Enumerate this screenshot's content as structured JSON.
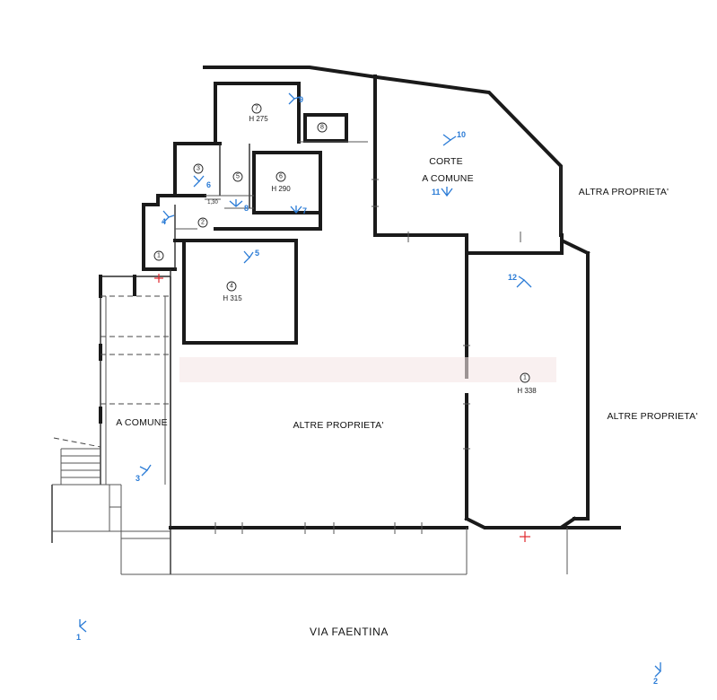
{
  "areas": {
    "corte_line1": "CORTE",
    "corte_line2": "A COMUNE",
    "altra_proprieta_top": "ALTRA PROPRIETA'",
    "altre_proprieta_center": "ALTRE PROPRIETA'",
    "altre_proprieta_right": "ALTRE PROPRIETA'",
    "a_comune_left": "A COMUNE",
    "street": "VIA   FAENTINA",
    "small_dim": "1,30"
  },
  "rooms": [
    {
      "num": "7",
      "height": "H 275"
    },
    {
      "num": "8",
      "height": ""
    },
    {
      "num": "3",
      "height": ""
    },
    {
      "num": "5",
      "height": ""
    },
    {
      "num": "6",
      "height": "H 290"
    },
    {
      "num": "2",
      "height": ""
    },
    {
      "num": "1",
      "height": ""
    },
    {
      "num": "4",
      "height": "H 315"
    },
    {
      "num": "1",
      "height": "H 338"
    }
  ],
  "photo_points": [
    "1",
    "2",
    "3",
    "4",
    "5",
    "6",
    "7",
    "8",
    "9",
    "10",
    "11",
    "12"
  ],
  "colors": {
    "walls": "#1a1a1a",
    "photo_points": "#2a7bd6",
    "markers": "#e0262b"
  }
}
